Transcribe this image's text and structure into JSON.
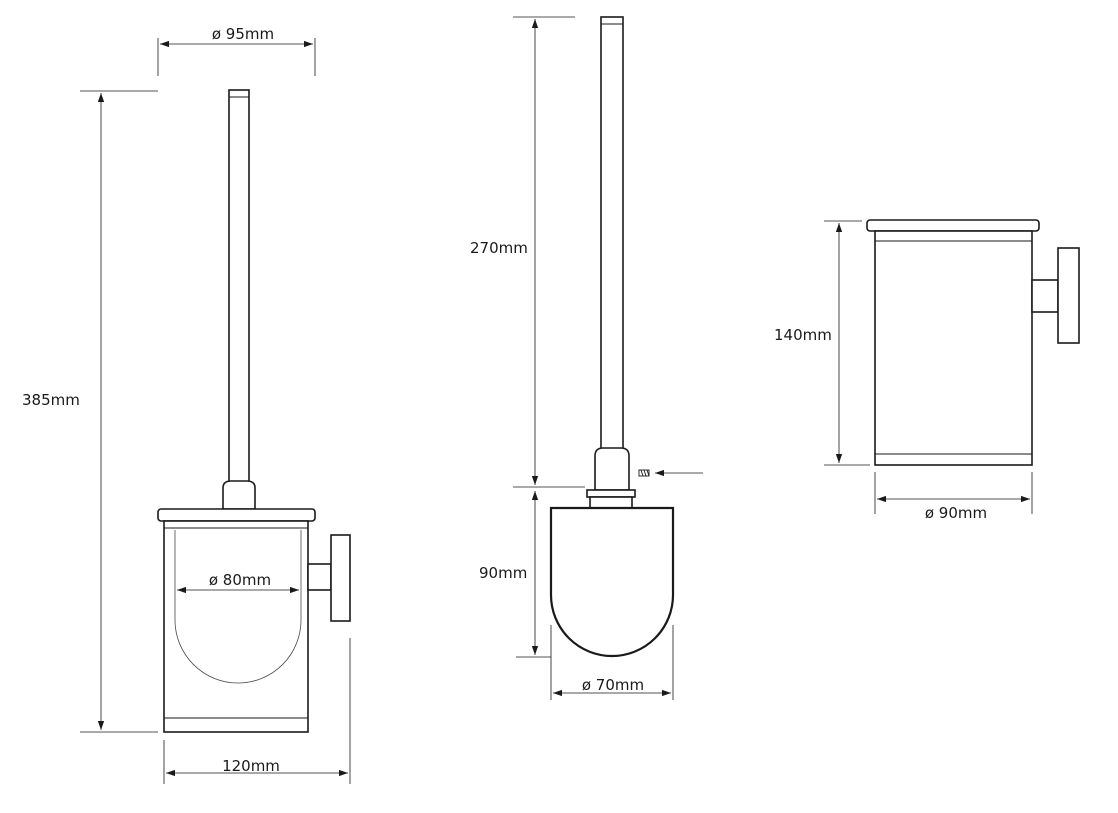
{
  "drawings": {
    "full_set": {
      "width_top_label": "ø 95mm",
      "height_label": "385mm",
      "inner_diameter_label": "ø 80mm",
      "depth_label": "120mm"
    },
    "brush": {
      "handle_length_label": "270mm",
      "head_height_label": "90mm",
      "head_diameter_label": "ø 70mm"
    },
    "holder": {
      "height_label": "140mm",
      "diameter_label": "ø 90mm"
    }
  }
}
